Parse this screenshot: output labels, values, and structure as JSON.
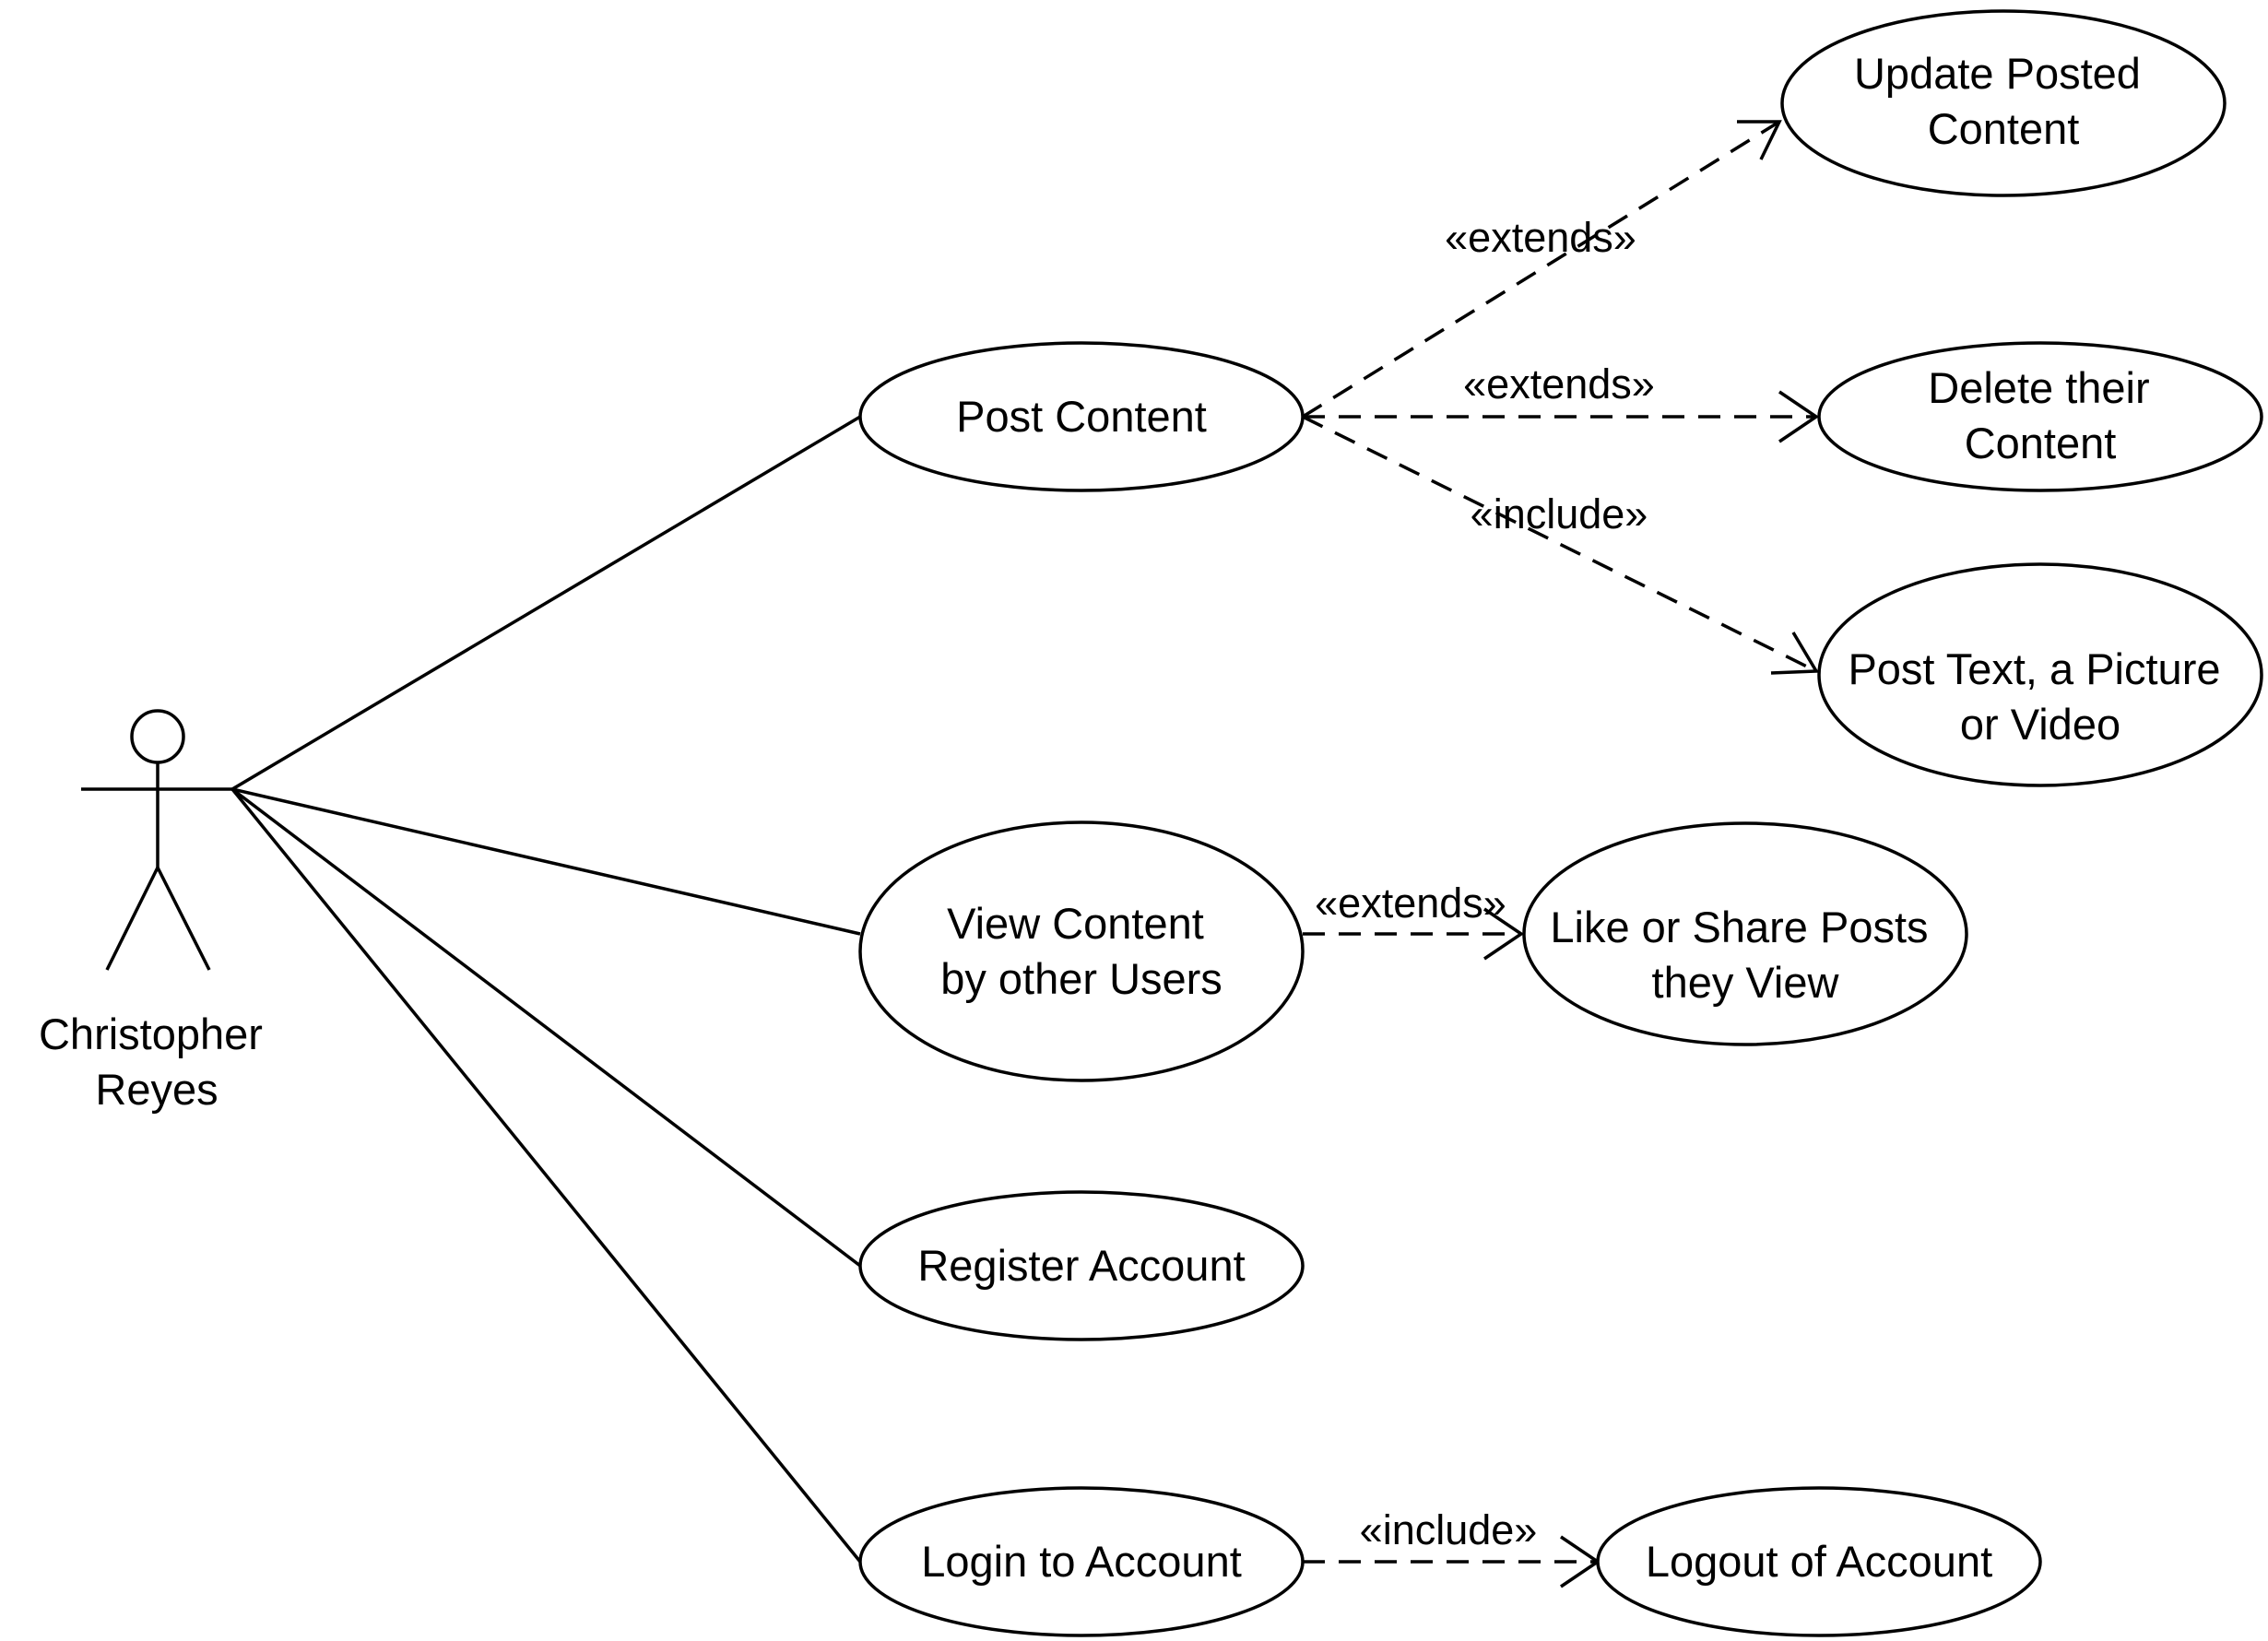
{
  "actor": {
    "name_lines": [
      "Christopher",
      "Reyes"
    ]
  },
  "use_cases": {
    "post_content": [
      "Post Content"
    ],
    "view_content": [
      "View Content",
      "by other Users"
    ],
    "register_account": [
      "Register Account"
    ],
    "login_account": [
      "Login to Account"
    ],
    "update_posted_content": [
      "Update Posted",
      "Content"
    ],
    "delete_content": [
      "Delete their",
      "Content"
    ],
    "post_text_picture_video": [
      "Post Text, a Picture",
      "or Video"
    ],
    "like_share_posts": [
      "Like or Share Posts",
      "they View"
    ],
    "logout_account": [
      "Logout of Account"
    ]
  },
  "relationships": {
    "post_to_update": "«extends»",
    "post_to_delete": "«extends»",
    "post_to_text": "«include»",
    "view_to_like": "«extends»",
    "login_to_logout": "«include»"
  },
  "colors": {
    "stroke": "#000000",
    "background": "#ffffff"
  }
}
